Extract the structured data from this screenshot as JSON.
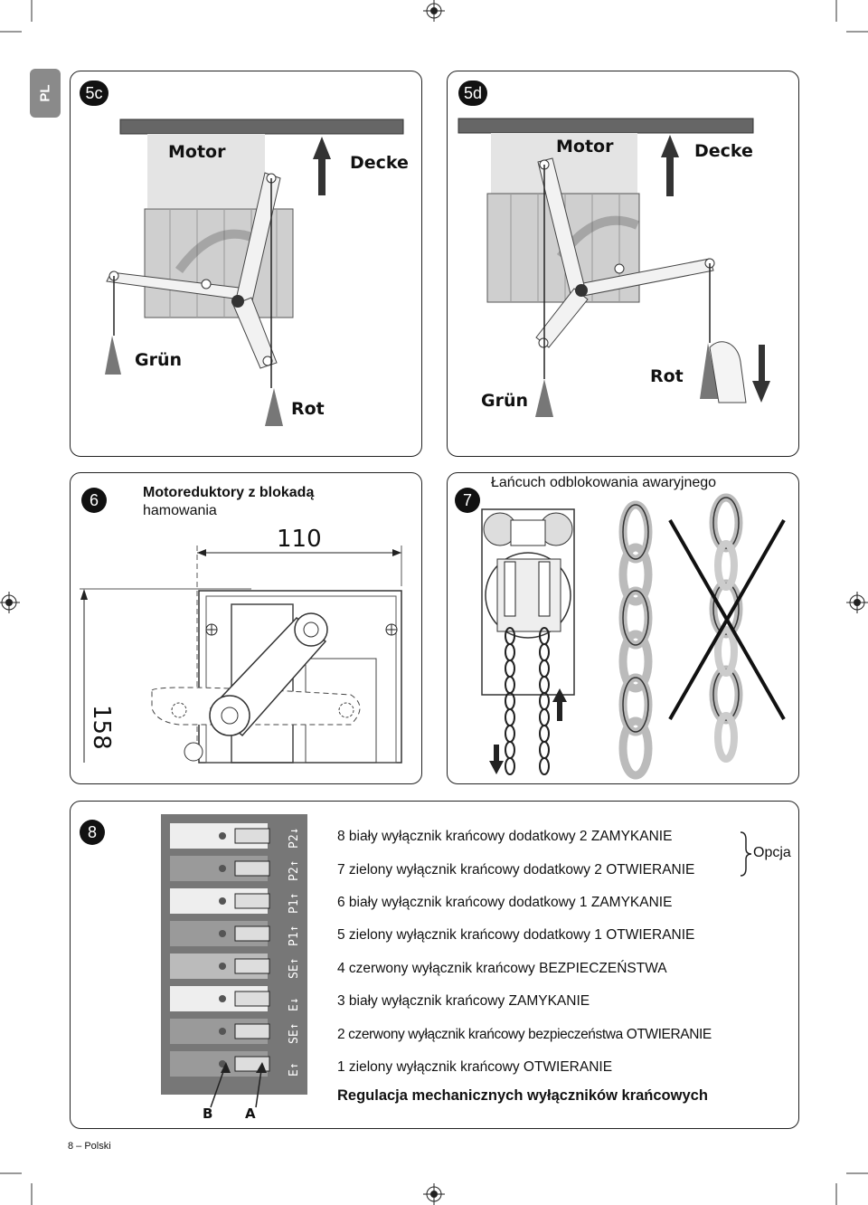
{
  "lang_tab": "PL",
  "fig5c": {
    "badge": "5c",
    "motor": "Motor",
    "decke": "Decke",
    "gruen": "Grün",
    "rot": "Rot"
  },
  "fig5d": {
    "badge": "5d",
    "motor": "Motor",
    "decke": "Decke",
    "gruen": "Grün",
    "rot": "Rot"
  },
  "fig6": {
    "badge": "6",
    "title_line1": "Motoreduktory z blokadą",
    "title_line2": "hamowania",
    "dim_width": "110",
    "dim_height": "158"
  },
  "fig7": {
    "badge": "7",
    "title": "Łańcuch odblokowania awaryjnego"
  },
  "fig8": {
    "badge": "8",
    "strip_labels": [
      "P2↓",
      "P2↑",
      "P1↑",
      "P1↑",
      "SE↑",
      "E↓",
      "SE↑",
      "E↑"
    ],
    "letter_b": "B",
    "letter_a": "A",
    "option_label": "Opcja",
    "items": [
      "8 biały wyłącznik krańcowy dodatkowy 2 ZAMYKANIE",
      "7 zielony wyłącznik krańcowy dodatkowy 2 OTWIERANIE",
      "6 biały wyłącznik krańcowy dodatkowy 1 ZAMYKANIE",
      "5 zielony wyłącznik krańcowy dodatkowy 1 OTWIERANIE",
      "4 czerwony wyłącznik krańcowy BEZPIECZEŃSTWA",
      "3 biały wyłącznik krańcowy ZAMYKANIE",
      "2 czerwony wyłącznik krańcowy bezpieczeństwa OTWIERANIE",
      "1 zielony wyłącznik krańcowy OTWIERANIE"
    ],
    "caption": "Regulacja mechanicznych wyłączników krańcowych"
  },
  "footer": {
    "page": "8 – Polski"
  }
}
